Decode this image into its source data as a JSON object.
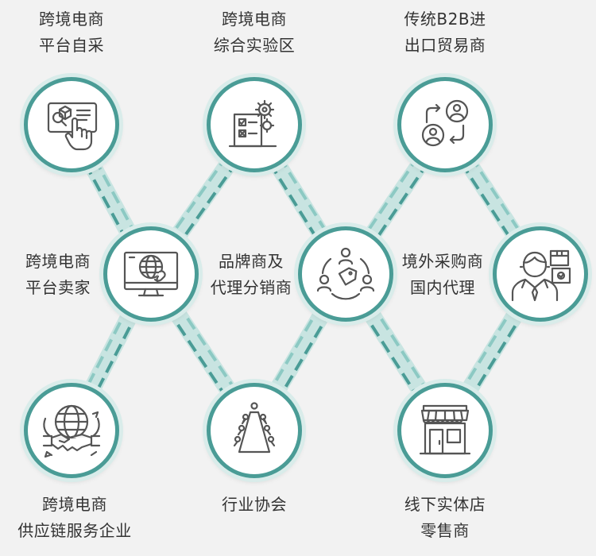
{
  "colors": {
    "accent": "#4a9c96",
    "accent_light": "#a9d6d2",
    "icon_stroke": "#555555",
    "text": "#333333",
    "background": "#f2f2f2"
  },
  "nodes": {
    "cbec_self": {
      "label_line1": "跨境电商",
      "label_line2": "平台自采",
      "icon": "touchscreen-hand-icon"
    },
    "cbec_zone": {
      "label_line1": "跨境电商",
      "label_line2": "综合实验区",
      "icon": "checklist-gears-icon"
    },
    "b2b_importer": {
      "label_line1": "传统B2B进",
      "label_line2": "出口贸易商",
      "icon": "user-exchange-icon"
    },
    "cbec_seller": {
      "label_line1": "跨境电商",
      "label_line2": "平台卖家",
      "icon": "monitor-globe-icon"
    },
    "brand_agent": {
      "label_line1": "品牌商及",
      "label_line2": "代理分销商",
      "icon": "people-tag-icon"
    },
    "overseas_buyer": {
      "label_line1": "境外采购商",
      "label_line2": "国内代理",
      "icon": "businessman-boxes-icon"
    },
    "supply_chain": {
      "label_line1": "跨境电商",
      "label_line2": "供应链服务企业",
      "icon": "globe-handshake-icon"
    },
    "association": {
      "label_line1": "行业协会",
      "label_line2": "",
      "icon": "meeting-table-icon"
    },
    "retail": {
      "label_line1": "线下实体店",
      "label_line2": "零售商",
      "icon": "storefront-icon"
    }
  }
}
